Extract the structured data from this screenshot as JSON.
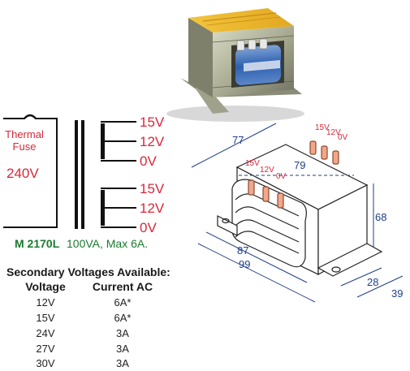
{
  "schematic": {
    "fuse_label_line1": "Thermal",
    "fuse_label_line2": "Fuse",
    "primary_voltage": "240V",
    "secondary1_taps": [
      "15V",
      "12V",
      "0V"
    ],
    "secondary2_taps": [
      "15V",
      "12V",
      "0V"
    ],
    "model": "M 2170L",
    "rating": "100VA, Max 6A."
  },
  "drawing": {
    "tap_labels": [
      "15V",
      "12V",
      "0V"
    ],
    "dimensions": {
      "length_outer": "77",
      "length_inner": "79",
      "height": "68",
      "width_inner": "87",
      "width_outer": "99",
      "foot": "28",
      "depth": "39"
    }
  },
  "table": {
    "title": "Secondary Voltages Available:",
    "headers": [
      "Voltage",
      "Current AC"
    ],
    "rows": [
      [
        "12V",
        "6A*"
      ],
      [
        "15V",
        "6A*"
      ],
      [
        "24V",
        "3A"
      ],
      [
        "27V",
        "3A"
      ],
      [
        "30V",
        "3A"
      ]
    ]
  }
}
